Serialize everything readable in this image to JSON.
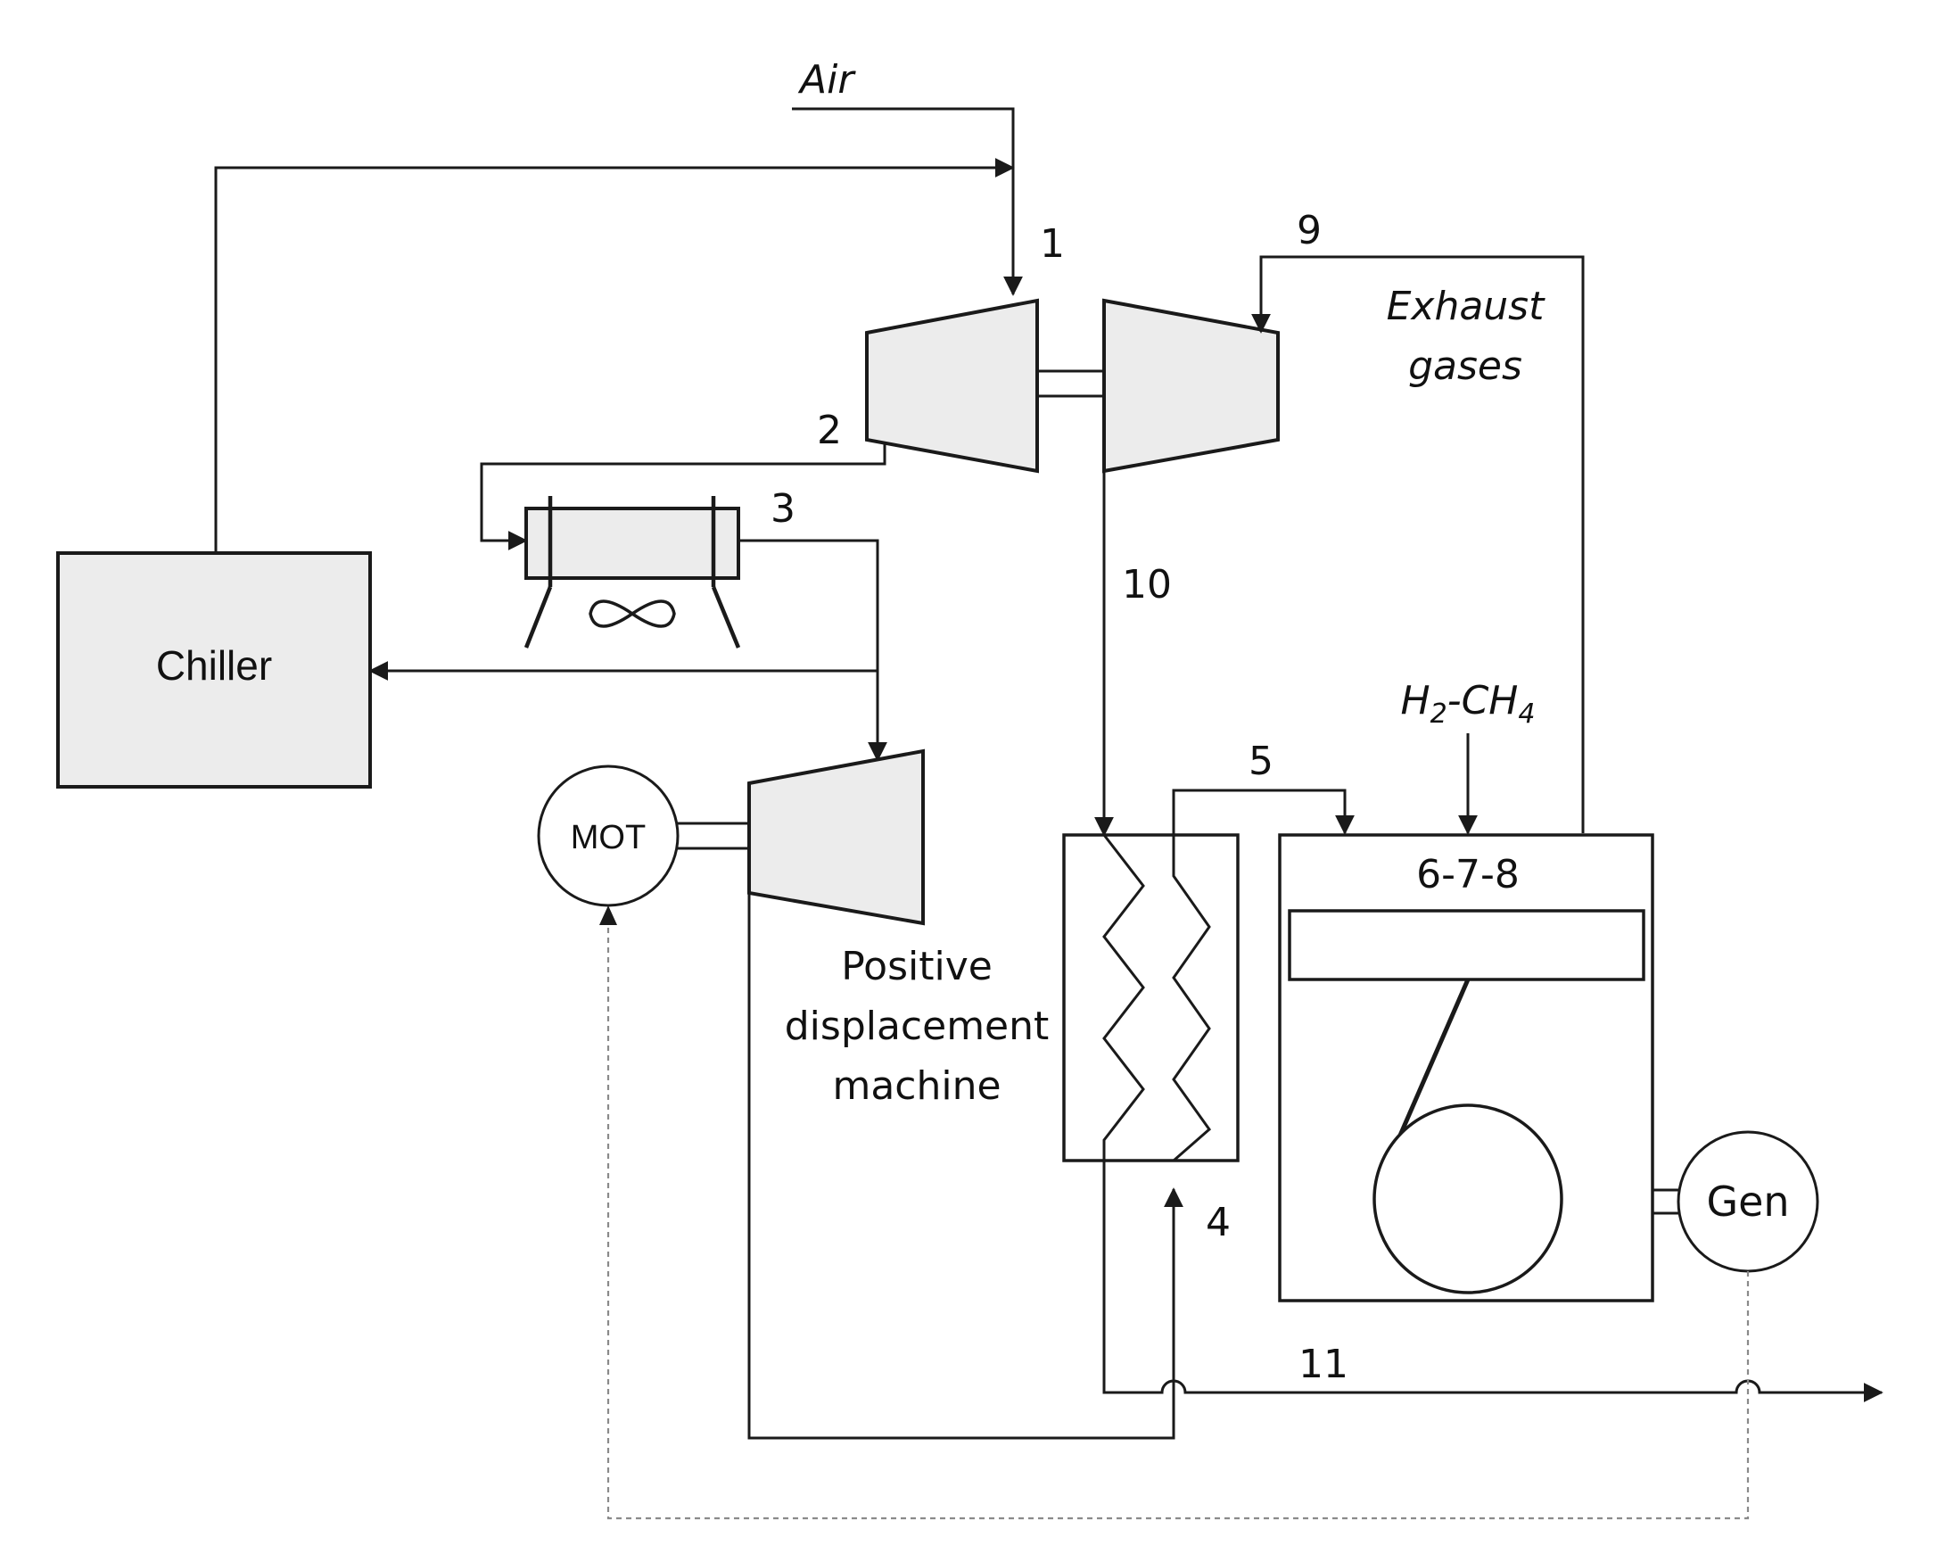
{
  "labels": {
    "air": "Air",
    "exhaust_line1": "Exhaust",
    "exhaust_line2": "gases",
    "fuel": "H",
    "fuel_sub1": "2",
    "fuel_mid": "-CH",
    "fuel_sub2": "4",
    "chiller": "Chiller",
    "motor": "MOT",
    "generator": "Gen",
    "pdm_line1": "Positive",
    "pdm_line2": "displacement",
    "pdm_line3": "machine",
    "engine_states": "6-7-8"
  },
  "state_points": {
    "s1": "1",
    "s2": "2",
    "s3": "3",
    "s4": "4",
    "s5": "5",
    "s9": "9",
    "s10": "10",
    "s11": "11"
  }
}
